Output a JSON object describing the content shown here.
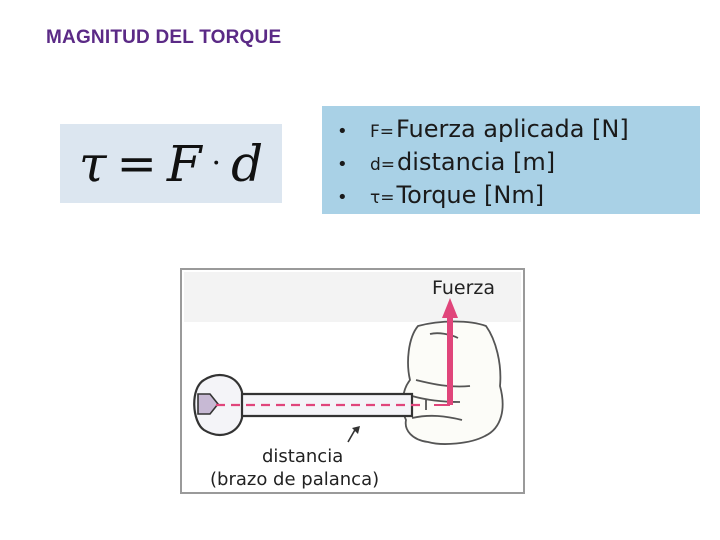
{
  "slide": {
    "title": "MAGNITUD DEL TORQUE"
  },
  "formula": {
    "tau": "τ",
    "equals": "=",
    "force": "F",
    "dot": "·",
    "distance": "d"
  },
  "legend": {
    "bullet": "•",
    "items": [
      {
        "symbol": "F=",
        "text": "Fuerza aplicada [N]"
      },
      {
        "symbol": "d=",
        "text": "distancia [m]"
      },
      {
        "symbol": "τ=",
        "text": "Torque [Nm]"
      }
    ]
  },
  "figure": {
    "force_label": "Fuerza",
    "distance_label": "distancia",
    "lever_label": "(brazo de palanca)"
  },
  "colors": {
    "title": "#5b2a86",
    "formula_bg": "#dce6f0",
    "legend_bg": "#a9d1e6",
    "arrow": "#e0457b",
    "wrench_outline": "#333333"
  }
}
